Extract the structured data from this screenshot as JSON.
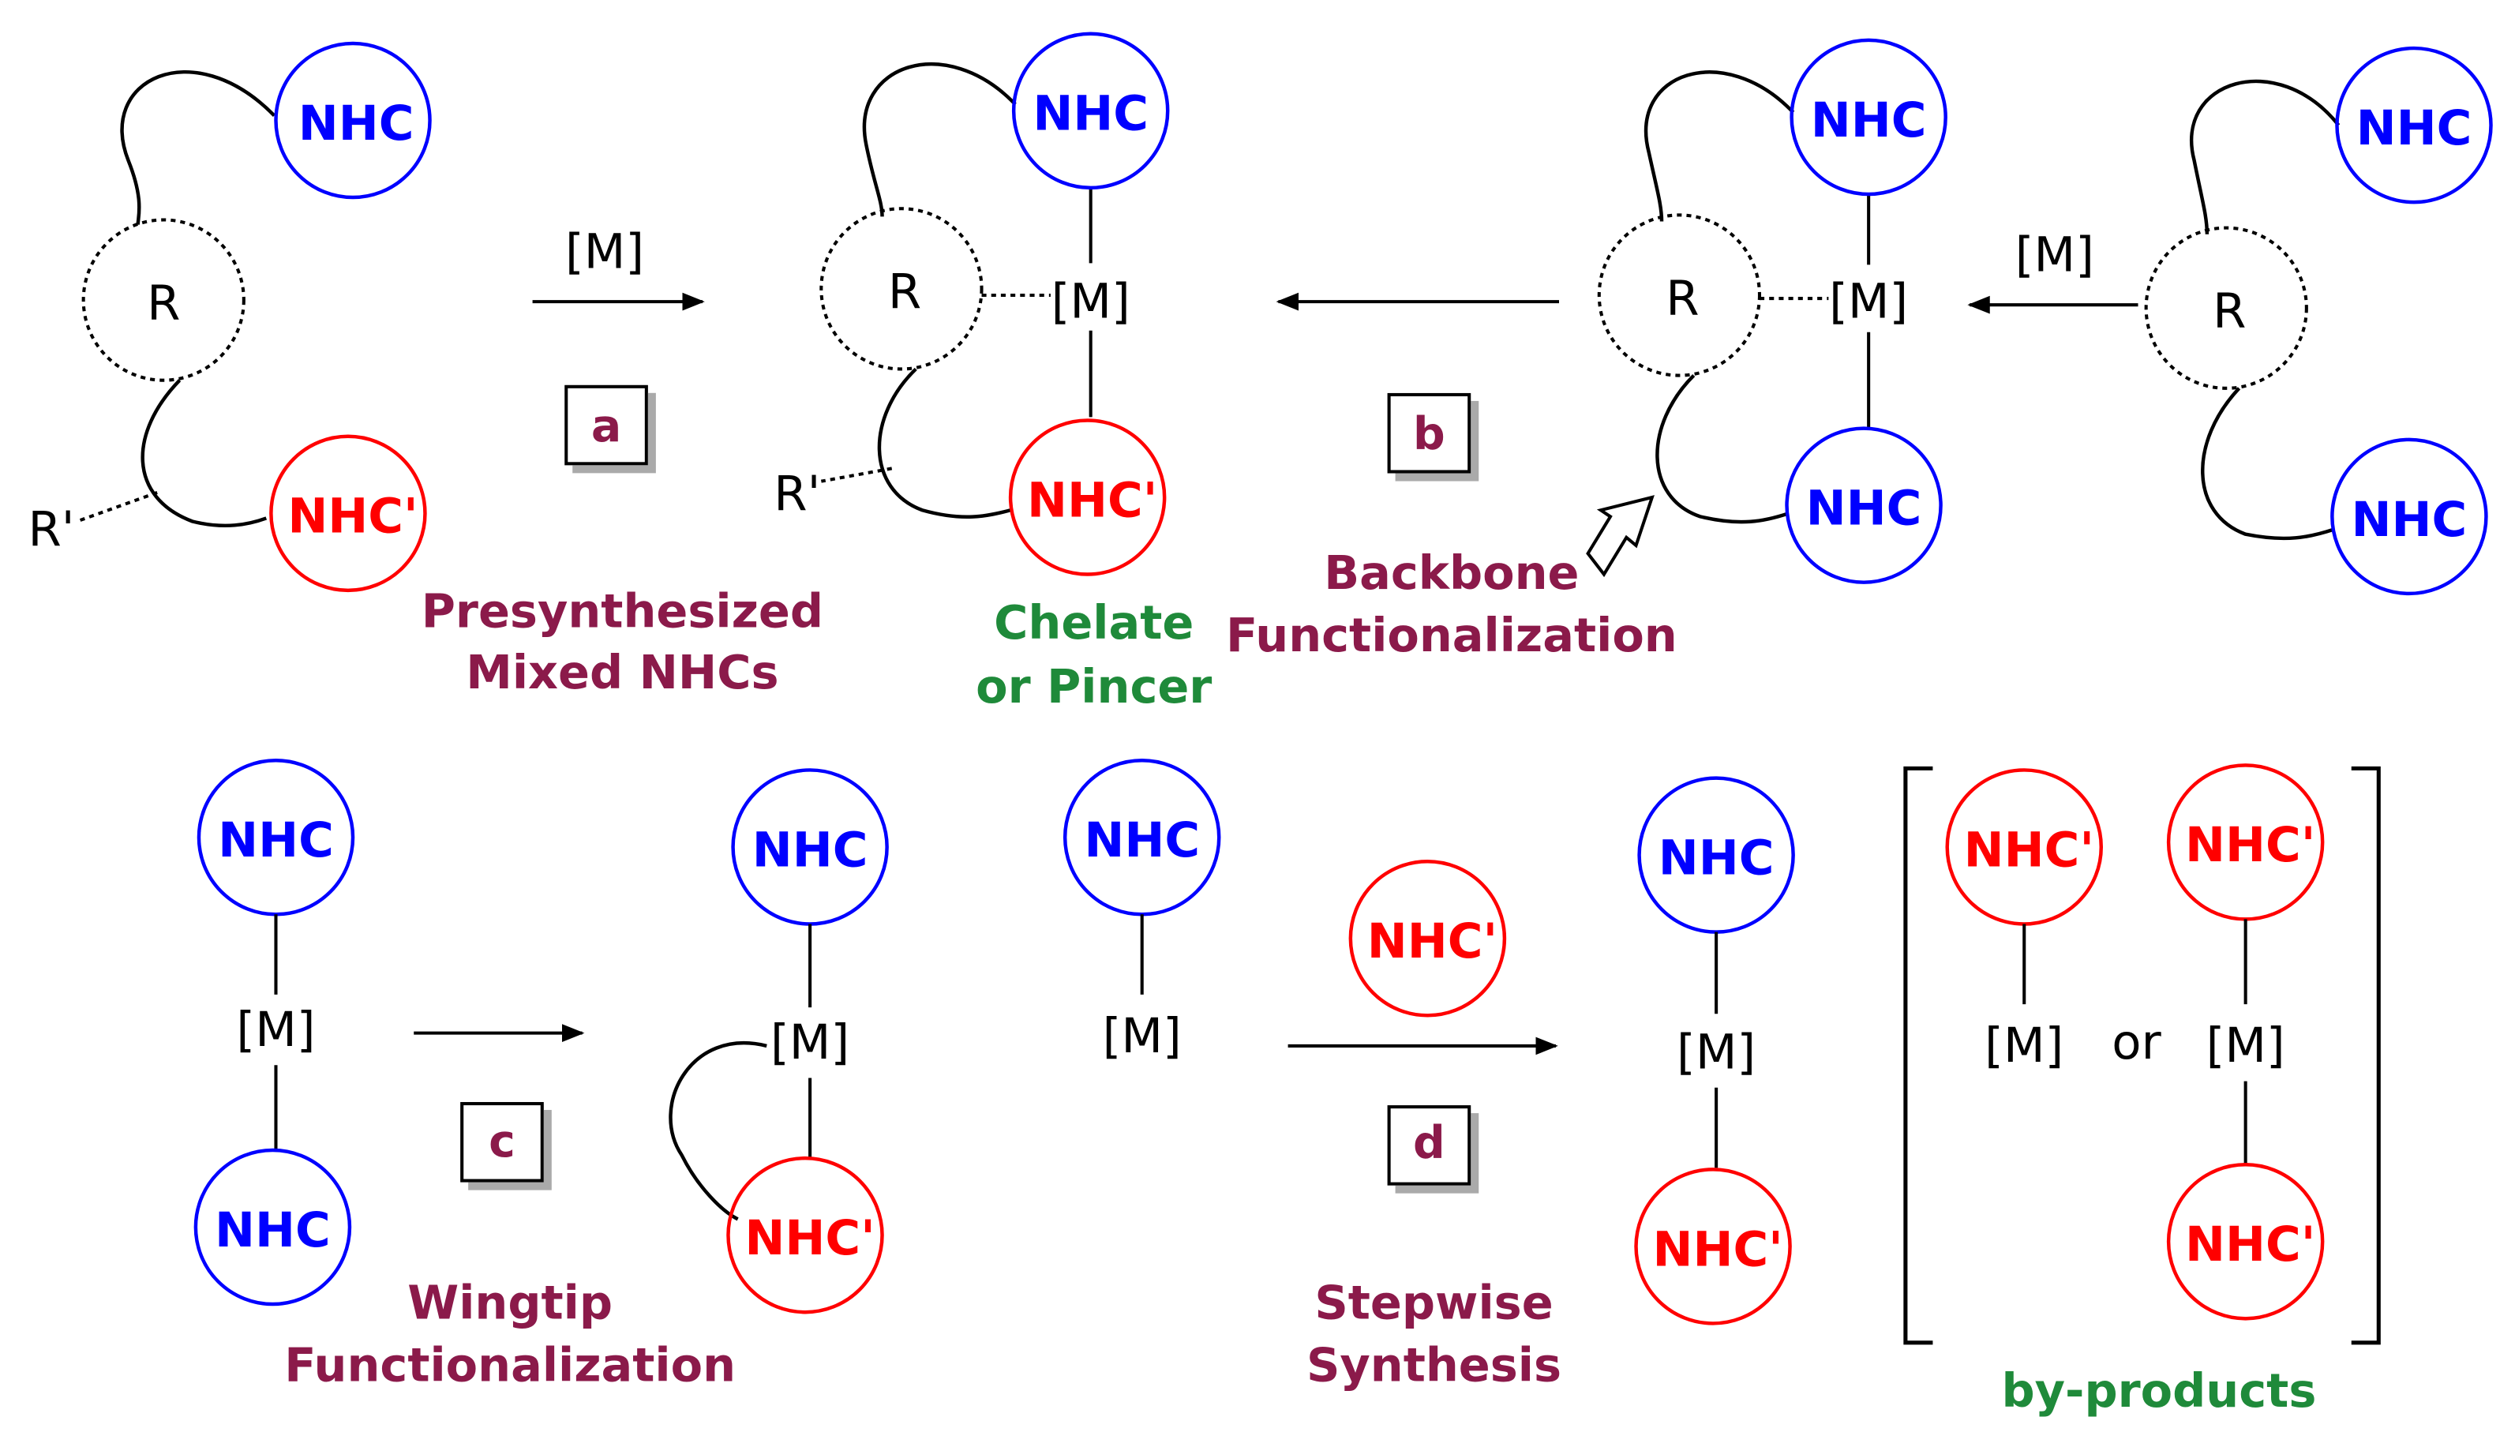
{
  "labels": {
    "nhc": "NHC",
    "nhc_prime": "NHC'",
    "r": "R",
    "r_prime": "R'",
    "metal": "[M]",
    "or": "or"
  },
  "steps": {
    "a": "a",
    "b": "b",
    "c": "c",
    "d": "d"
  },
  "captions": {
    "presynthesized_1": "Presynthesized",
    "presynthesized_2": "Mixed NHCs",
    "chelate_1": "Chelate",
    "chelate_2": "or Pincer",
    "backbone_1": "Backbone",
    "backbone_2": "Functionalization",
    "wingtip_1": "Wingtip",
    "wingtip_2": "Functionalization",
    "stepwise_1": "Stepwise",
    "stepwise_2": "Synthesis",
    "byproducts": "by-products"
  },
  "colors": {
    "nhc_blue": "#0000ff",
    "nhc_red": "#ff0000",
    "caption_maroon": "#8b1a4a",
    "caption_green": "#1f8a3a",
    "line": "#000000"
  }
}
